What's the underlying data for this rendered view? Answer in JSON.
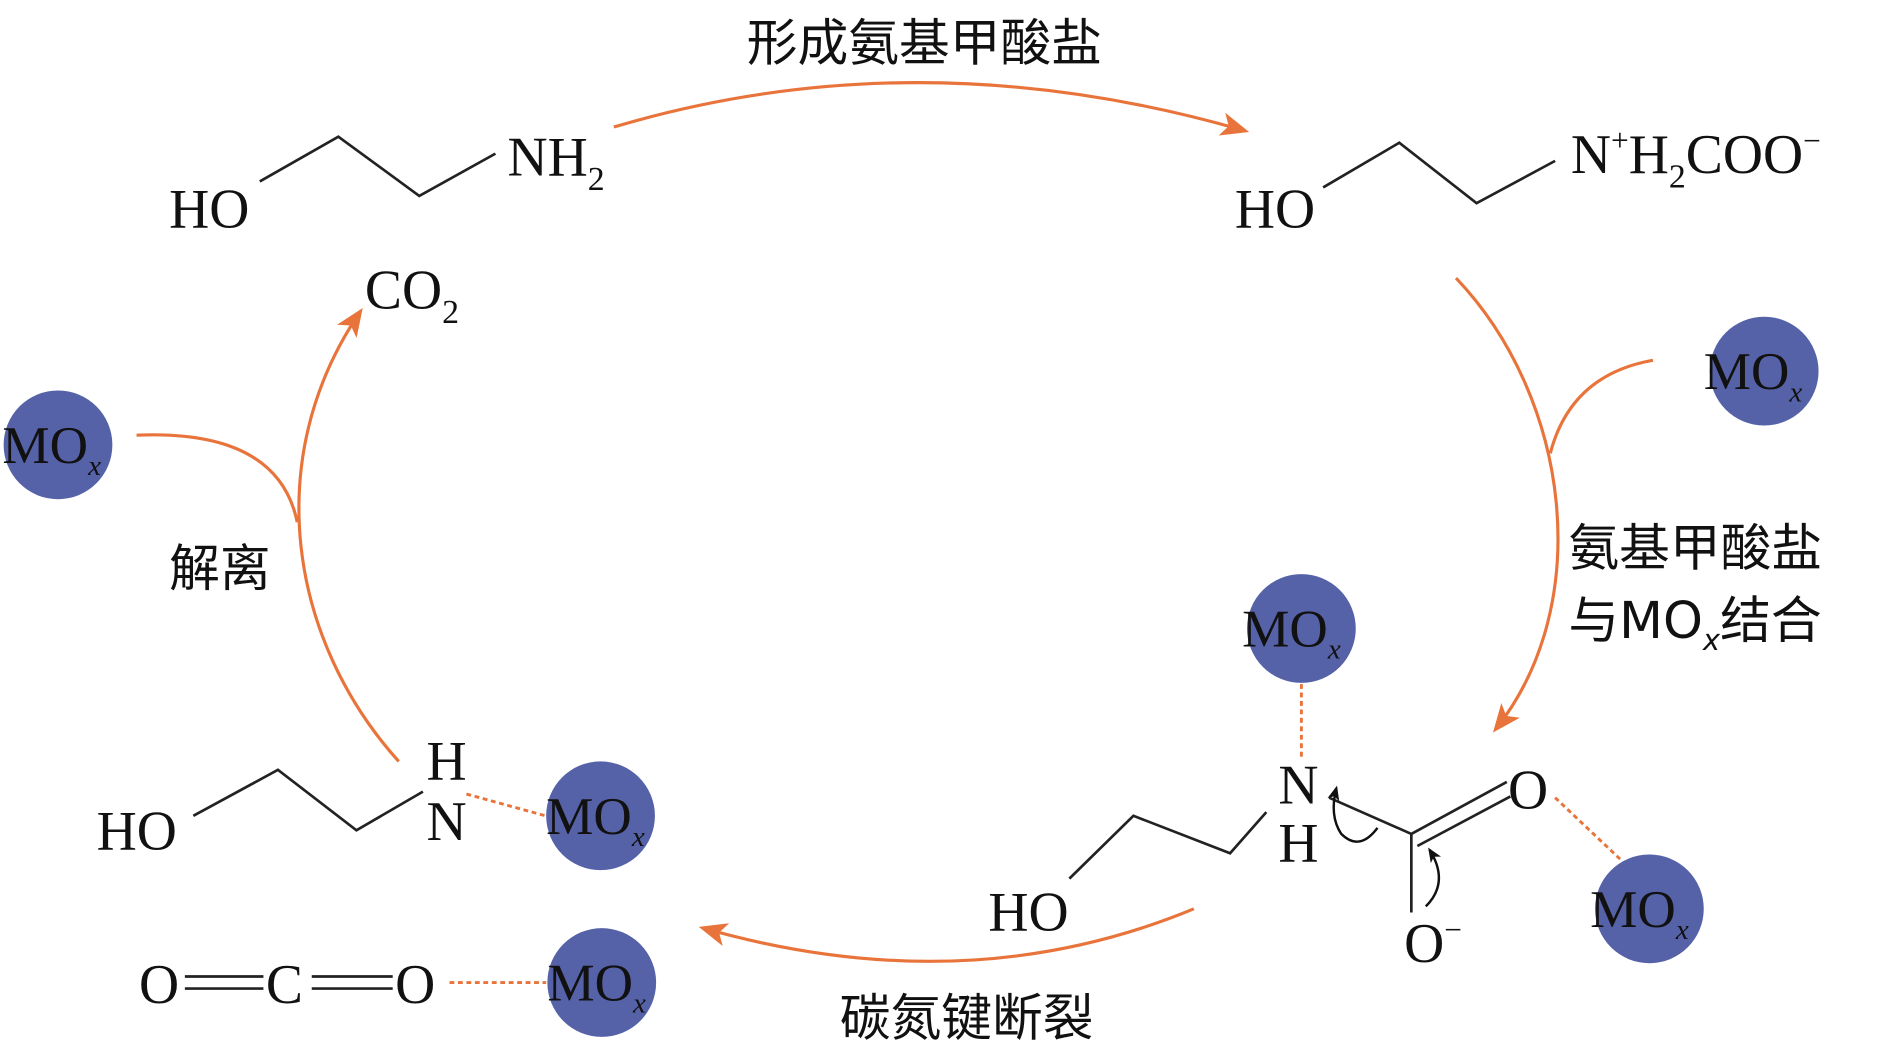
{
  "colors": {
    "arrow": "#e8743b",
    "particle": "#5662a8",
    "text": "#111111"
  },
  "labels": {
    "step1": "形成氨基甲酸盐",
    "step2_line1": "氨基甲酸盐",
    "step2_line2_pre": "与MO",
    "step2_line2_sub": "x",
    "step2_line2_post": "结合",
    "step3": "碳氮键断裂",
    "step4": "解离"
  },
  "molecules": {
    "mea_ho": "HO",
    "mea_nh": "NH",
    "mea_sub": "2",
    "carb_ho": "HO",
    "carb_n": "N",
    "carb_plus": "+",
    "carb_h": "H",
    "carb_sub": "2",
    "carb_coo": "COO",
    "carb_minus": "−",
    "bound_ho": "HO",
    "bound_n": "N",
    "bound_h": "H",
    "bound_o": "O",
    "bound_ominus": "O",
    "bound_minus": "−",
    "left_ho": "HO",
    "left_h": "H",
    "left_n": "N",
    "co2_c": "CO",
    "co2_sub": "2",
    "oco_o1": "O",
    "oco_c": "C",
    "oco_o2": "O"
  },
  "particle": {
    "label": "MO",
    "sub": "x"
  }
}
